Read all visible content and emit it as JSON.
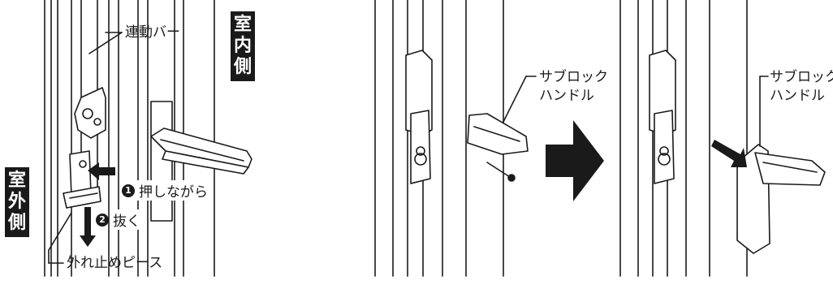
{
  "left_panel": {
    "indoor_side": [
      "室",
      "内",
      "側"
    ],
    "outdoor_side": [
      "室",
      "外",
      "側"
    ],
    "linkage_bar_label": "連動バー",
    "steps": [
      {
        "num": "1",
        "text": "押しながら"
      },
      {
        "num": "2",
        "text": "抜く"
      }
    ],
    "stopper_piece_label": "外れ止めピース"
  },
  "right_panel": {
    "before": {
      "sub_lock_handle_label": [
        "サブロック",
        "ハンドル"
      ]
    },
    "after": {
      "sub_lock_handle_label": [
        "サブロック",
        "ハンドル"
      ]
    }
  }
}
